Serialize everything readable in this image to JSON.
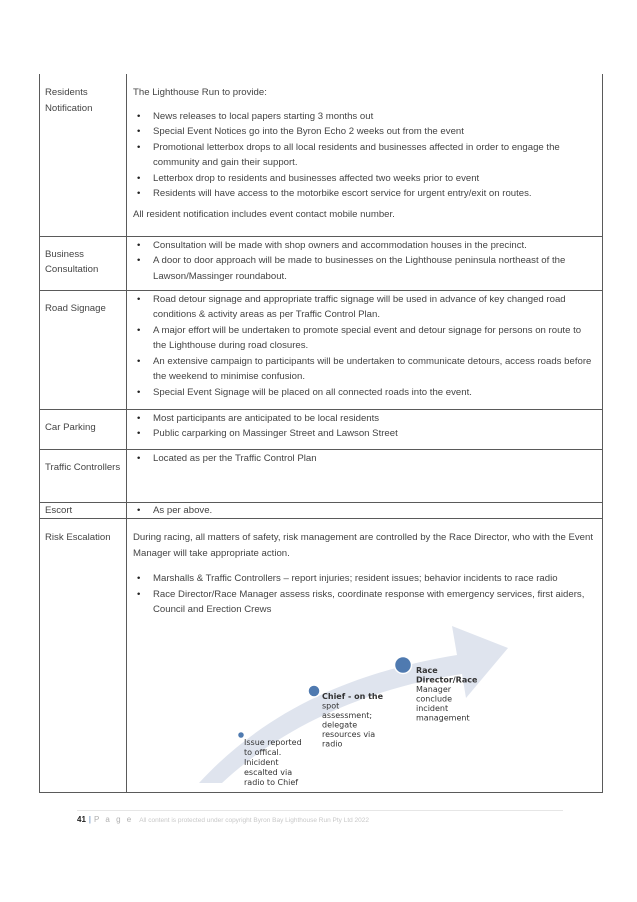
{
  "rows": [
    {
      "label": "Residents Notification",
      "intro": "The Lighthouse Run to provide:",
      "bullets": [
        "News releases to local papers starting 3 months out",
        "Special Event Notices go into the Byron Echo 2 weeks out from the event",
        "Promotional letterbox drops to all local residents and businesses affected in order to engage the community and gain their support.",
        "Letterbox drop to residents and businesses affected two weeks prior to event",
        "Residents will have access to the motorbike escort service for urgent entry/exit on routes."
      ],
      "note": "All resident notification includes event contact mobile number."
    },
    {
      "label": "Business Consultation",
      "bullets": [
        "Consultation will be made with shop owners and accommodation houses in the precinct.",
        "A door to door approach will be made to businesses on the Lighthouse peninsula northeast of the Lawson/Massinger roundabout."
      ]
    },
    {
      "label": "Road Signage",
      "bullets": [
        "Road detour signage and appropriate traffic signage will be used in advance of key changed road conditions & activity areas as per Traffic Control Plan.",
        "A major effort will be undertaken to promote special event and detour signage for persons on route to the Lighthouse during road closures.",
        "An extensive campaign to participants will be undertaken to communicate detours, access roads before the weekend to minimise confusion.",
        "Special Event Signage will be placed on all connected roads into the event."
      ]
    },
    {
      "label": "Car Parking",
      "bullets": [
        "Most participants are anticipated to be local residents",
        "Public carparking on Massinger Street and Lawson Street"
      ]
    },
    {
      "label": "Traffic Controllers",
      "bullets": [
        "Located as per the Traffic Control Plan"
      ]
    },
    {
      "label": "Escort",
      "bullets": [
        "As per above."
      ]
    },
    {
      "label": "Risk Escalation",
      "intro": "During racing, all matters of safety, risk management are controlled by the Race Director, who with the Event Manager will take appropriate action.",
      "bullets": [
        "Marshalls & Traffic Controllers – report injuries; resident issues; behavior incidents to race radio",
        "Race Director/Race Manager assess risks, coordinate response with emergency services, first aiders, Council and Erection Crews"
      ]
    }
  ],
  "diagram": {
    "steps": [
      {
        "lines": [
          "Issue reported",
          "to offical.",
          "Inicident",
          "escalted via",
          "radio to Chief"
        ]
      },
      {
        "lines": [
          "Chief - on the",
          "spot",
          "assessment;",
          "delegate",
          "resources via",
          "radio"
        ]
      },
      {
        "lines": [
          "Race",
          "Director/Race",
          "Manager",
          "conclude",
          "incident",
          "management"
        ]
      }
    ],
    "arrow_color": "#dfe4ee",
    "dot_color": "#4f7ab0"
  },
  "footer": {
    "page_number": "41",
    "separator": "|",
    "page_label": "P a g e",
    "text": "All content is protected under copyright Byron Bay Lighthouse Run Pty Ltd 2022"
  }
}
